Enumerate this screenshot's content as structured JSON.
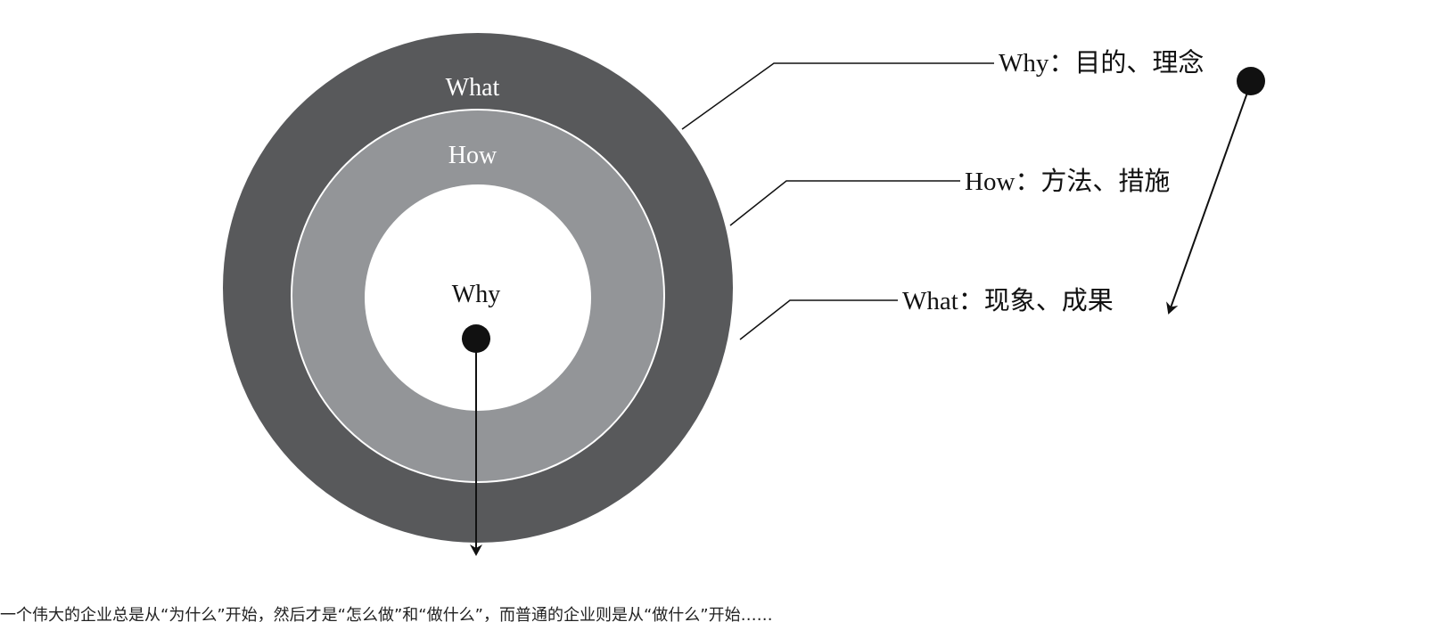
{
  "colors": {
    "outer_ring": "#58595b",
    "middle_ring": "#939598",
    "inner_circle": "#ffffff",
    "ring_stroke": "#ffffff",
    "line": "#111111",
    "dot": "#111111"
  },
  "rings": {
    "outer": {
      "label": "What",
      "label_color": "#ffffff"
    },
    "middle": {
      "label": "How",
      "label_color": "#ffffff"
    },
    "inner": {
      "label": "Why",
      "label_color": "#111111"
    }
  },
  "legend": [
    {
      "id": "why",
      "label": "Why：目的、理念"
    },
    {
      "id": "how",
      "label": "How：方法、措施"
    },
    {
      "id": "what",
      "label": "What：现象、成果"
    }
  ],
  "caption": "一个伟大的企业总是从“为什么”开始，然后才是“怎么做”和“做什么”，而普通的企业则是从“做什么”开始……"
}
